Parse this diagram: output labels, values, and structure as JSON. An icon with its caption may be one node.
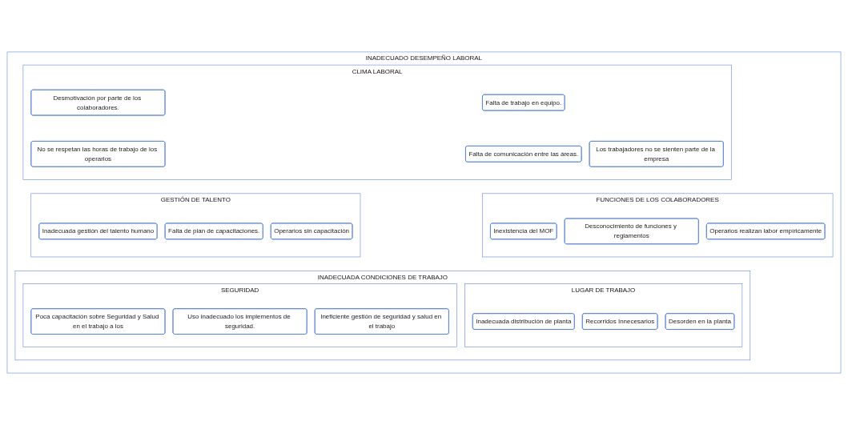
{
  "diagram": {
    "nodes": [
      {
        "text": [
          "INADECUADO DESEMPEÑO LABORAL"
        ]
      },
      {
        "text": [
          "CLIMA LABORAL"
        ],
        "in": 0
      },
      {
        "text": [
          "Falta de trabajo en equipo."
        ],
        "in": 1
      },
      {
        "text": [
          "Desmotivación por parte de los colaboradores."
        ],
        "in": 1
      },
      {
        "text": [
          "Los trabajadores no se sienten parte de la empresa"
        ],
        "in": 1
      },
      {
        "text": [
          "Falta de comunicación entre las áreas."
        ],
        "in": 1
      },
      {
        "text": [
          "No se respetan las horas de trabajo de los operarios"
        ],
        "in": 1
      },
      {
        "text": [
          "GESTIÓN DE TALENTO"
        ],
        "in": 0
      },
      {
        "text": [
          "Inadecuada gestión del talento humano"
        ],
        "in": 7
      },
      {
        "text": [
          "Falta de plan de capacitaciones."
        ],
        "in": 7
      },
      {
        "text": [
          "Operarios sin capacitación"
        ],
        "in": 7
      },
      {
        "text": [
          "FUNCIONES DE LOS COLABORADORES"
        ],
        "in": 0
      },
      {
        "text": [
          "Inexistencia del MOF"
        ],
        "in": 11
      },
      {
        "text": [
          "Desconocimiento de funciones y reglamentos"
        ],
        "in": 11
      },
      {
        "text": [
          "Operarios realizan labor empíricamente"
        ],
        "in": 11
      },
      {
        "text": [
          "INADECUADA CONDICIONES DE TRABAJO"
        ],
        "in": 0
      },
      {
        "text": [
          "LUGAR DE TRABAJO"
        ],
        "in": 15
      },
      {
        "text": [
          "Inadecuada distribución de planta"
        ],
        "in": 16
      },
      {
        "text": [
          "Recorridos Innecesarios"
        ],
        "in": 16
      },
      {
        "text": [
          "Desorden en la planta"
        ],
        "in": 16
      },
      {
        "text": [
          "SEGURIDAD"
        ],
        "in": 15
      },
      {
        "text": [
          "Poca capacitación sobre Seguridad y Salud en el trabajo a los"
        ],
        "in": 20
      },
      {
        "text": [
          "Uso inadecuado los implementos de seguridad."
        ],
        "in": 20
      },
      {
        "text": [
          "Ineficiente gestión de seguridad y salud en el trabajo"
        ],
        "in": 20
      }
    ]
  }
}
